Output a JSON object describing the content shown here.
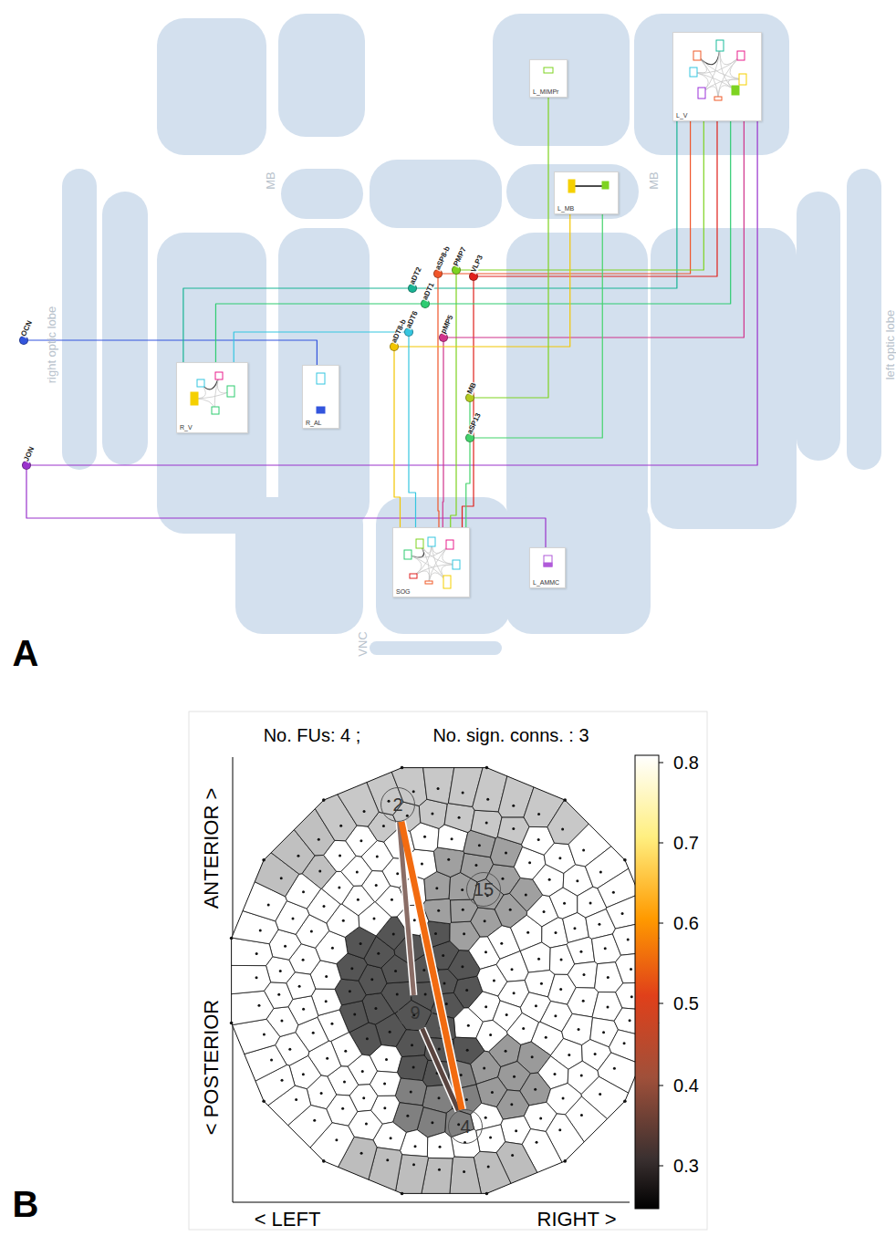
{
  "diagram": {
    "nodes": [
      {
        "text": [
          "L_MIMPr"
        ]
      },
      {
        "text": [
          "L_V"
        ]
      },
      {
        "text": [
          "L_MB"
        ]
      },
      {
        "text": [
          "aDT2"
        ]
      },
      {
        "text": [
          "aSP8-b"
        ]
      },
      {
        "text": [
          "PMP7"
        ]
      },
      {
        "text": [
          "VLP3"
        ]
      },
      {
        "text": [
          "aDT1"
        ]
      },
      {
        "text": [
          "aDT8-b"
        ]
      },
      {
        "text": [
          "aDT6"
        ]
      },
      {
        "text": [
          "pMP5"
        ]
      },
      {
        "text": [
          "OCN"
        ]
      },
      {
        "text": [
          "R_V"
        ]
      },
      {
        "text": [
          "R_AL"
        ]
      },
      {
        "text": [
          "MB"
        ]
      },
      {
        "text": [
          "aSP13"
        ]
      },
      {
        "text": [
          "JON"
        ]
      },
      {
        "text": [
          "SOG"
        ]
      },
      {
        "text": [
          "L_AMMC"
        ]
      },
      {
        "text": [
          "2"
        ]
      },
      {
        "text": [
          "15"
        ]
      },
      {
        "text": [
          "9"
        ]
      },
      {
        "text": [
          "4"
        ]
      }
    ],
    "edges": [
      {
        "from": 11,
        "to": 13,
        "arrow": "none"
      },
      {
        "from": 16,
        "to": 1,
        "arrow": "none"
      },
      {
        "from": 16,
        "to": 18,
        "arrow": "none"
      },
      {
        "from": 1,
        "to": 3,
        "arrow": "none"
      },
      {
        "from": 3,
        "to": 12,
        "arrow": "none"
      },
      {
        "from": 1,
        "to": 4,
        "arrow": "none"
      },
      {
        "from": 4,
        "to": 17,
        "arrow": "none"
      },
      {
        "from": 1,
        "to": 5,
        "arrow": "none"
      },
      {
        "from": 5,
        "to": 17,
        "arrow": "none"
      },
      {
        "from": 1,
        "to": 6,
        "arrow": "none"
      },
      {
        "from": 6,
        "to": 17,
        "arrow": "none"
      },
      {
        "from": 1,
        "to": 7,
        "arrow": "none"
      },
      {
        "from": 7,
        "to": 12,
        "arrow": "none"
      },
      {
        "from": 1,
        "to": 10,
        "arrow": "none"
      },
      {
        "from": 10,
        "to": 17,
        "arrow": "none"
      },
      {
        "from": 2,
        "to": 8,
        "arrow": "none"
      },
      {
        "from": 8,
        "to": 17,
        "arrow": "none"
      },
      {
        "from": 12,
        "to": 9,
        "arrow": "none"
      },
      {
        "from": 9,
        "to": 17,
        "arrow": "none"
      },
      {
        "from": 0,
        "to": 14,
        "arrow": "none"
      },
      {
        "from": 14,
        "to": 15,
        "arrow": "none"
      },
      {
        "from": 2,
        "to": 15,
        "arrow": "none"
      },
      {
        "from": 15,
        "to": 17,
        "arrow": "none"
      },
      {
        "from": 19,
        "to": 21,
        "arrow": "none"
      },
      {
        "from": 21,
        "to": 22,
        "arrow": "none"
      },
      {
        "from": 19,
        "to": 22,
        "arrow": "none"
      }
    ],
    "labels": [
      "MB",
      "MB",
      "right optic lobe",
      "left optic lobe",
      "VNC",
      "A",
      "B",
      "No. FUs: 4 ;",
      "No. sign. conns. : 3",
      "ANTERIOR >",
      "< POSTERIOR",
      "< LEFT",
      "RIGHT >",
      "0.8",
      "0.7",
      "0.6",
      "0.5",
      "0.4",
      "0.3"
    ]
  }
}
